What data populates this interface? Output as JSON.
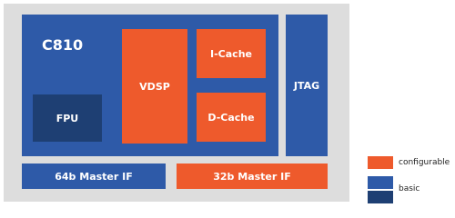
{
  "diagram": {
    "core_title": "C810",
    "blocks": {
      "fpu": "FPU",
      "vdsp": "VDSP",
      "icache": "I-Cache",
      "dcache": "D-Cache",
      "jtag": "JTAG",
      "master64": "64b Master IF",
      "master32": "32b Master IF"
    }
  },
  "legend": {
    "configurable": "configurable",
    "basic": "basic"
  },
  "colors": {
    "configurable": "#ee5a2c",
    "basic": "#2e5aa8",
    "basic_dark": "#1e3f73",
    "background": "#dddddd"
  }
}
